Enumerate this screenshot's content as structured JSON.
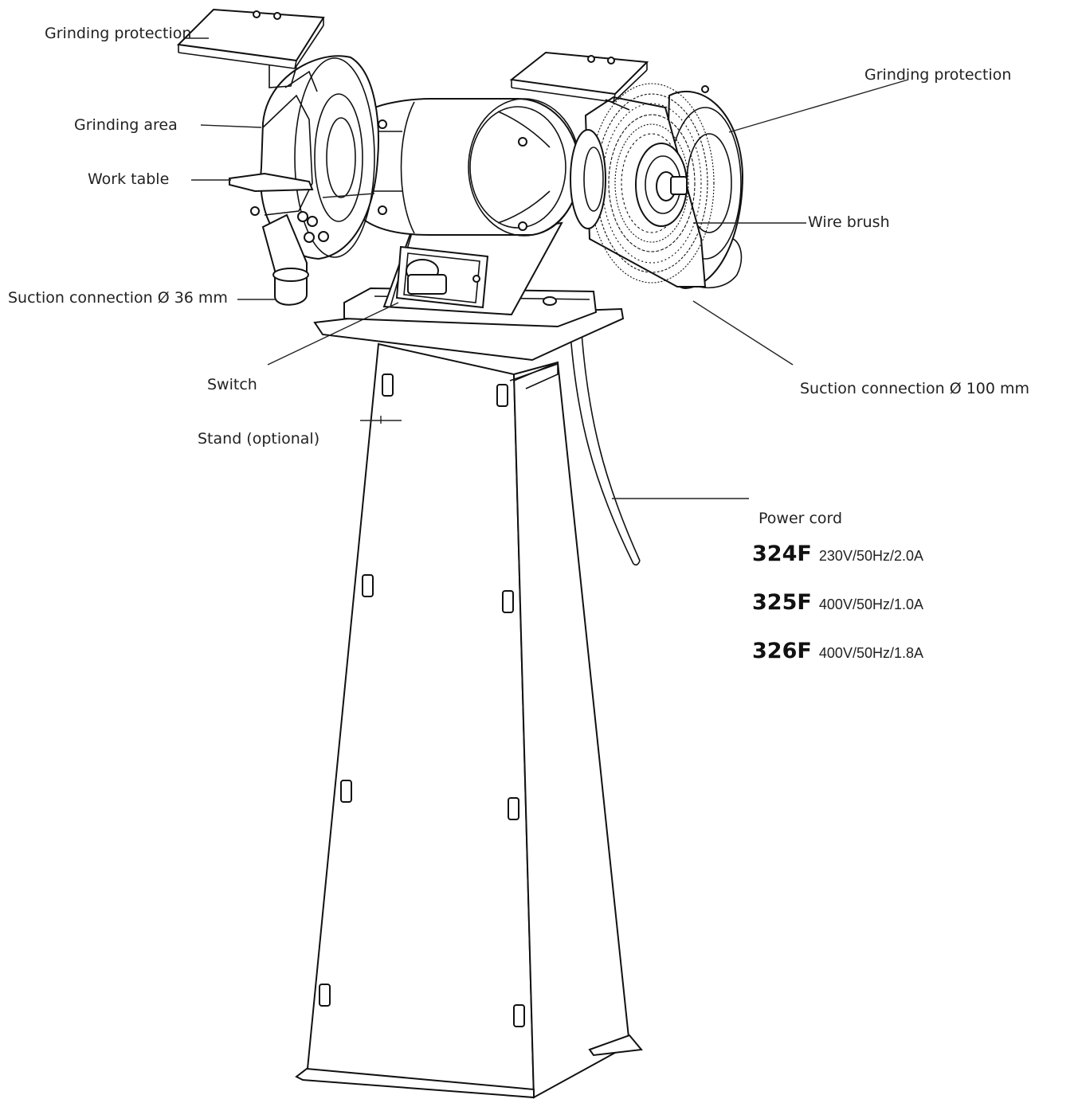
{
  "labels": {
    "grinding_protection_left": "Grinding protection",
    "grinding_protection_right": "Grinding protection",
    "grinding_area": "Grinding area",
    "work_table": "Work table",
    "wire_brush": "Wire brush",
    "suction_connection_36": "Suction connection Ø 36 mm",
    "switch": "Switch",
    "suction_connection_100": "Suction connection Ø 100 mm",
    "stand": "Stand (optional)",
    "power_cord": "Power cord"
  },
  "specs": [
    {
      "model": "324F",
      "rating": "230V/50Hz/2.0A"
    },
    {
      "model": "325F",
      "rating": "400V/50Hz/1.0A"
    },
    {
      "model": "326F",
      "rating": "400V/50Hz/1.8A"
    }
  ]
}
